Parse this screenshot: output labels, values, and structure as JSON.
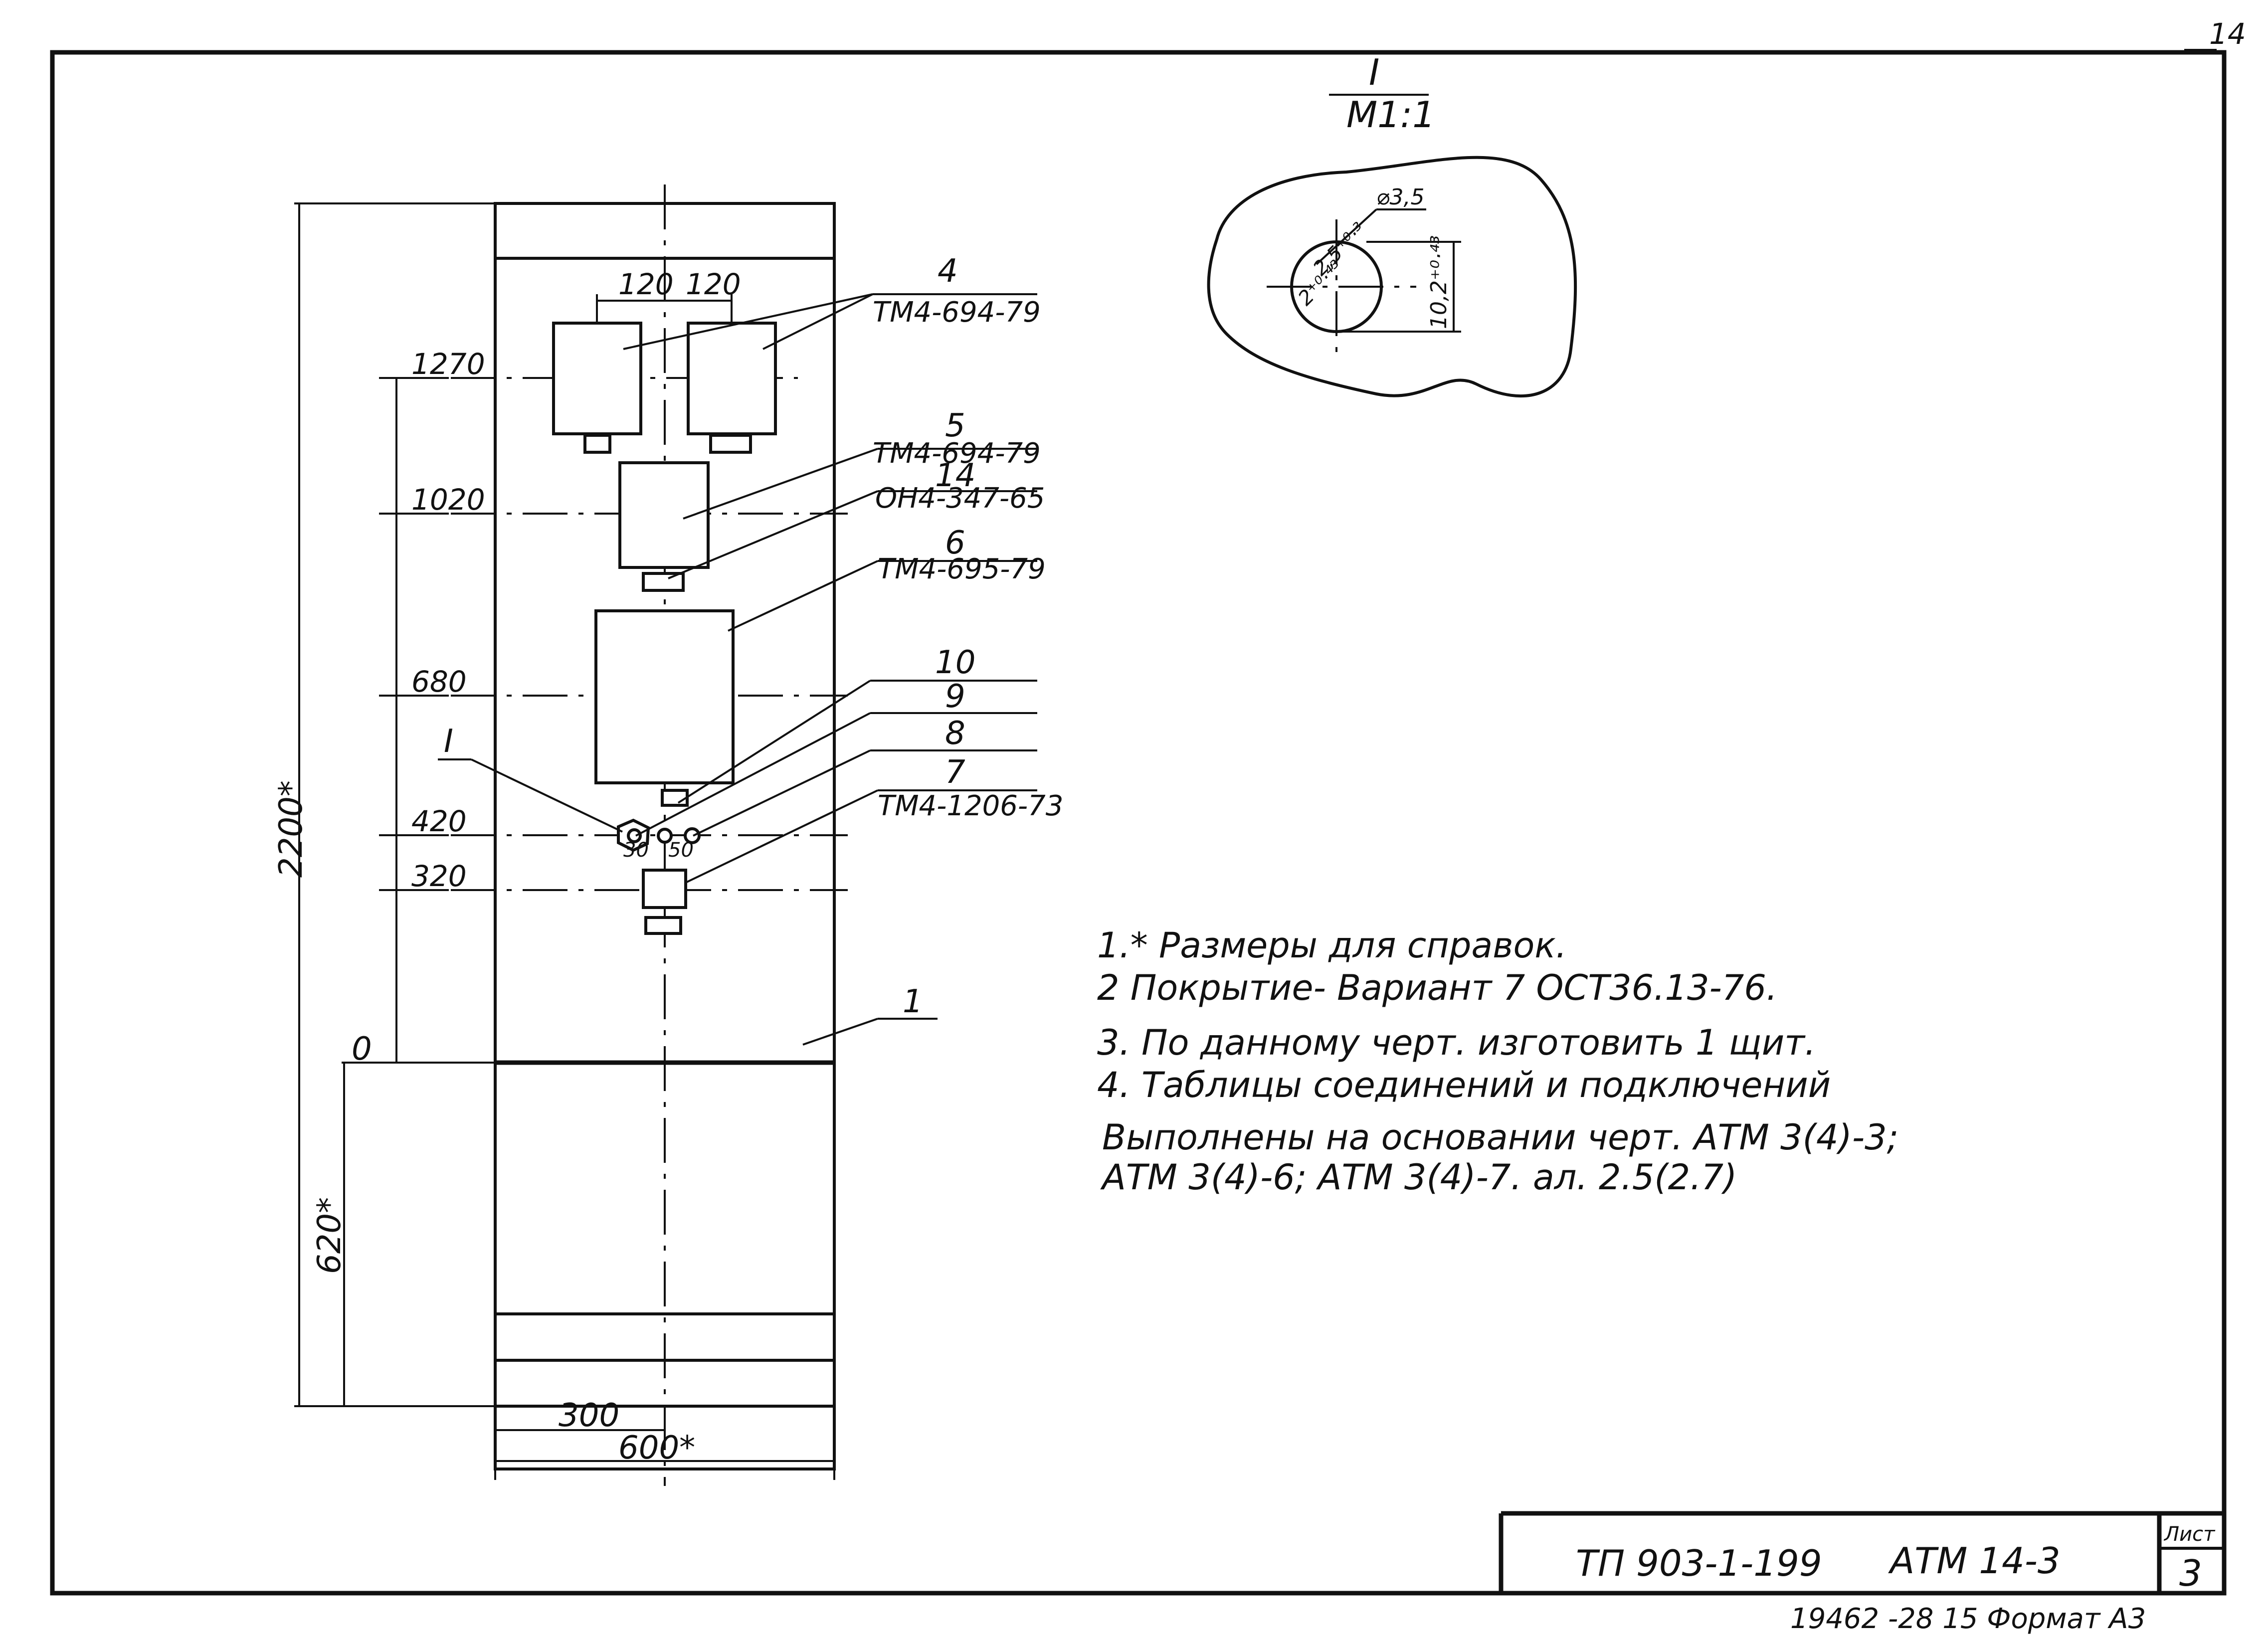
{
  "sheet": {
    "page_corner": "14",
    "format_line": "19462 -28 15 Формат А3"
  },
  "title_block": {
    "project": "ТП 903-1-199",
    "drawing": "АТМ 14-3",
    "list_label": "Лист",
    "list_number": "3"
  },
  "detail": {
    "label": "I",
    "scale": "M1:1",
    "dia": "⌀3,5",
    "dim_v": "10,2⁺⁰·⁴³",
    "dim_a": "2,5⁺⁰·³",
    "dim_b": "2⁺⁰·⁴³"
  },
  "dimensions": {
    "total_height": "2200*",
    "base_height": "620*",
    "width": "600*",
    "half_width": "300",
    "col_left": "120",
    "col_right": "120",
    "lvl_1270": "1270",
    "lvl_1020": "1020",
    "lvl_680": "680",
    "lvl_420": "420",
    "lvl_320": "320",
    "lvl_0": "0",
    "small_a": "30",
    "small_b": "50",
    "detail_ref": "I"
  },
  "callouts": {
    "p4_num": "4",
    "p4_code": "ТМ4-694-79",
    "p5_num": "5",
    "p5_code": "ТМ4-694-79",
    "p14_num": "14",
    "p14_code": "ОН4-347-65",
    "p6_num": "6",
    "p6_code": "ТМ4-695-79",
    "p10_num": "10",
    "p9_num": "9",
    "p8_num": "8",
    "p7_num": "7",
    "p7_code": "ТМ4-1206-73",
    "p1_num": "1"
  },
  "notes": {
    "n1": "1.* Размеры для справок.",
    "n2": "2  Покрытие- Вариант 7  ОСТ36.13-76.",
    "n3": "3. По данному черт. изготовить 1 щит.",
    "n4a": "4. Таблицы соединений  и  подключений",
    "n4b": "Выполнены на  основании  черт.  АТМ 3(4)-3;",
    "n4c": "АТМ 3(4)-6; АТМ 3(4)-7.  ал. 2.5(2.7)"
  }
}
